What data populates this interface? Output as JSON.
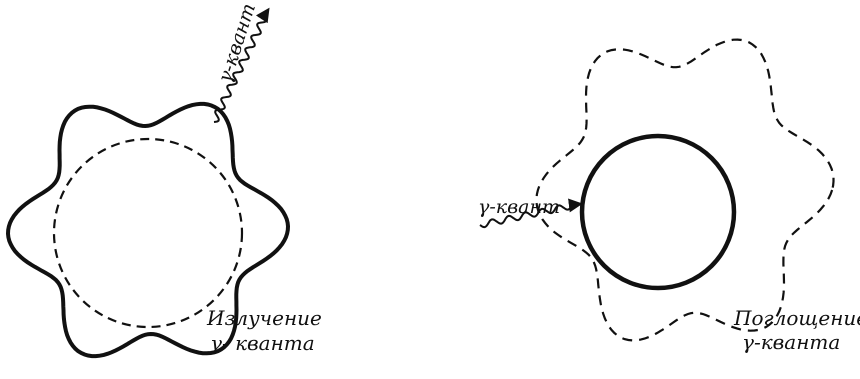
{
  "emission": {
    "photon_label": "γ-квант",
    "caption_line1": "Излучение",
    "caption_line2": "γ- кванта"
  },
  "absorption": {
    "photon_label": "γ-квант",
    "caption_line1": "Поглощение",
    "caption_line2": "γ-кванта"
  },
  "colors": {
    "ink": "#111111",
    "background": "#ffffff"
  }
}
